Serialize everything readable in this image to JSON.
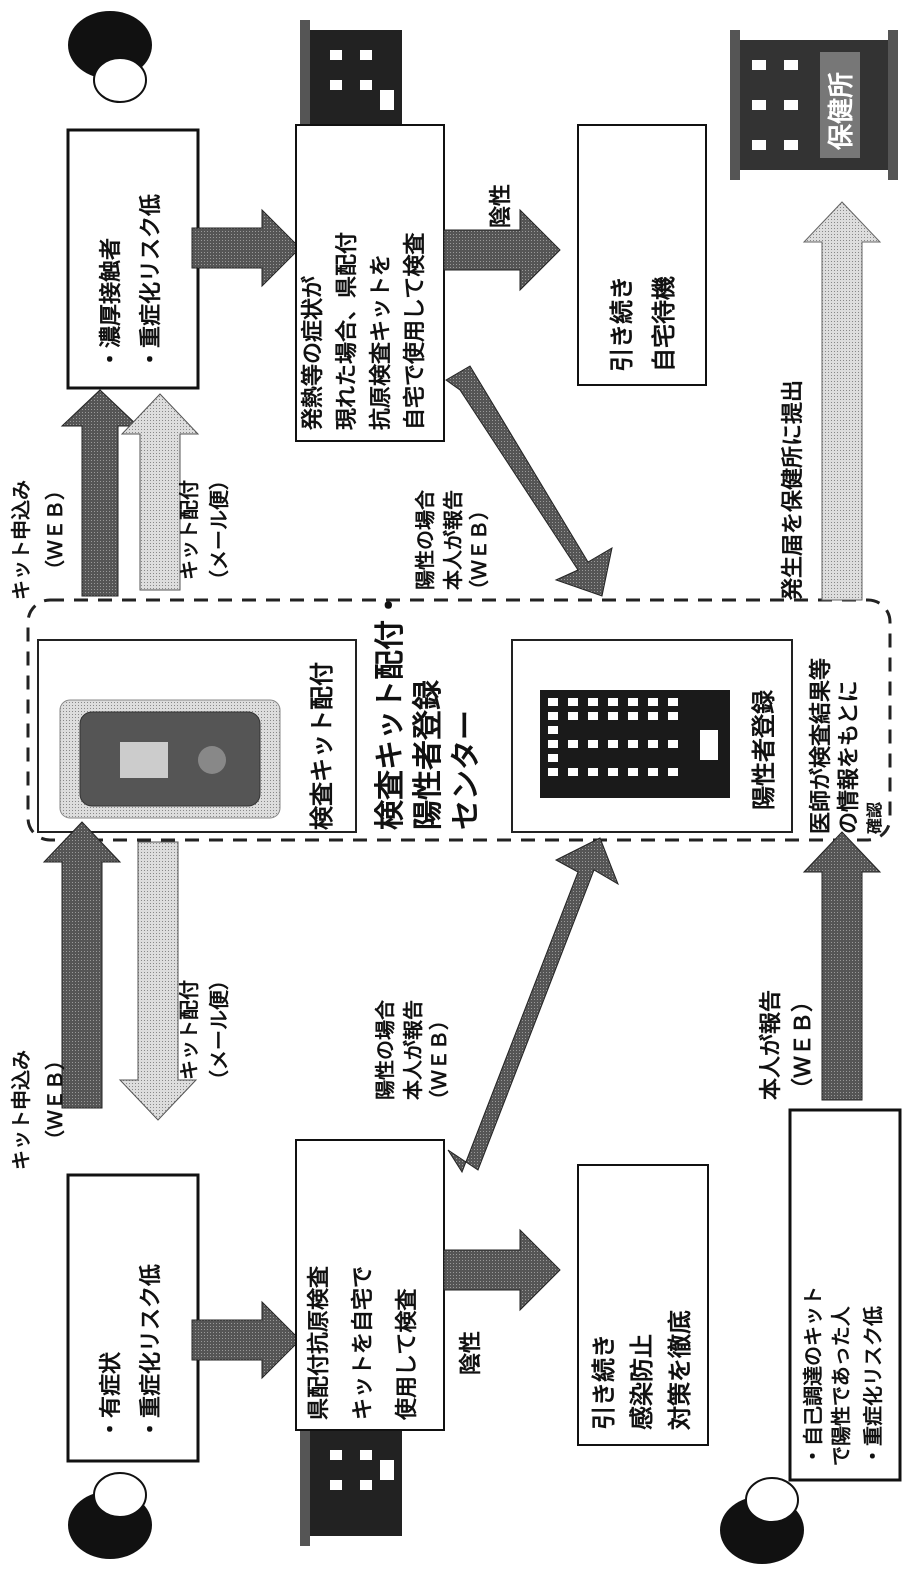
{
  "center": {
    "title_line1": "検査キット配付・",
    "title_line2": "陽性者登録",
    "title_line3": "センター",
    "kit_label": "検査キット配付",
    "register_label": "陽性者登録",
    "doctor_line1": "医師が検査結果等",
    "doctor_line2": "の情報をもとに",
    "doctor_line3": "確認"
  },
  "left_group1": {
    "box_line1": "・有症状",
    "box_line2": "・重症化リスク低",
    "apply_line1": "キット申込み",
    "apply_line2": "（ＷＥＢ）",
    "deliver_line1": "キット配付",
    "deliver_line2": "（メール便）",
    "test_line1": "県配付抗原検査",
    "test_line2": "キットを自宅で",
    "test_line3": "使用して検査",
    "negative_label": "陰性",
    "result_line1": "引き続き",
    "result_line2": "感染防止",
    "result_line3": "対策を徹底",
    "positive_line1": "陽性の場合",
    "positive_line2": "本人が報告",
    "positive_line3": "（ＷＥＢ）"
  },
  "left_group2": {
    "box_line1": "・自己調達のキット",
    "box_line2": "で陽性であった人",
    "box_line3": "・重症化リスク低",
    "report_line1": "本人が報告",
    "report_line2": "（ＷＥＢ）"
  },
  "right_group": {
    "box_line1": "・濃厚接触者",
    "box_line2": "・重症化リスク低",
    "apply_line1": "キット申込み",
    "apply_line2": "（ＷＥＢ）",
    "deliver_line1": "キット配付",
    "deliver_line2": "（メール便）",
    "test_line1": "発熱等の症状が",
    "test_line2": "現れた場合、県配付",
    "test_line3": "抗原検査キットを",
    "test_line4": "自宅で使用して検査",
    "negative_label": "陰性",
    "result_line1": "引き続き",
    "result_line2": "自宅待機",
    "positive_line1": "陽性の場合",
    "positive_line2": "本人が報告",
    "positive_line3": "（ＷＥＢ）",
    "submit_label": "発生届を保健所に提出",
    "hoken_label": "保健所"
  }
}
